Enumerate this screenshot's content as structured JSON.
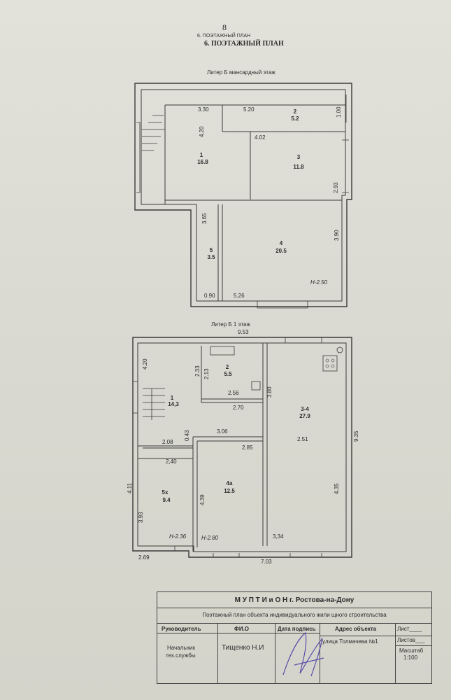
{
  "page": {
    "number": "8",
    "section_small": "6. ПОЭТАЖНЫЙ ПЛАН",
    "section_title": "6.   ПОЭТАЖНЫЙ ПЛАН"
  },
  "floor_attic": {
    "caption": "Литер Б мансардный этаж",
    "rooms": [
      {
        "num": "1",
        "area": "16.8"
      },
      {
        "num": "2",
        "area": "5.2"
      },
      {
        "num": "3",
        "area": "11.8"
      },
      {
        "num": "4",
        "area": "20.5"
      },
      {
        "num": "5",
        "area": "3.5"
      }
    ],
    "dims": [
      "3.30",
      "5.20",
      "1.00",
      "4.20",
      "4.02",
      "2.93",
      "3.65",
      "3.90",
      "0.90",
      "5.26"
    ],
    "height": "H-2.50"
  },
  "floor_1": {
    "caption": "Литер Б 1 этаж",
    "rooms": [
      {
        "num": "1",
        "area": "14,3"
      },
      {
        "num": "2",
        "area": "5.5"
      },
      {
        "num": "3-4",
        "area": "27.9"
      },
      {
        "num": "4а",
        "area": "12.5"
      },
      {
        "num": "5х",
        "area": "9.4"
      }
    ],
    "dims": [
      "9.53",
      "4.20",
      "2.33",
      "2.13",
      "2.56",
      "2.70",
      "3.80",
      "9.35",
      "3.06",
      "0.43",
      "2.08",
      "2.85",
      "2.51",
      "2,40",
      "4.11",
      "3.93",
      "4.39",
      "4.35",
      "3,34",
      "2.69",
      "7.03"
    ],
    "heights": [
      "H-2.36",
      "H-2.80"
    ]
  },
  "stamp": {
    "org": "М У П Т И и О Н  г. Ростова-на-Дону",
    "subject": "Поэтажный  план объекта индивидуального жили щного строительства",
    "headers": {
      "head": "Руководитель",
      "fio": "ФИ.О",
      "sign_date": "Дата подпись",
      "address": "Адрес объекта",
      "sheet": "Лист____",
      "sheets": "Листов___",
      "scale": "Масштаб"
    },
    "role_line1": "Начальник",
    "role_line2": "тех.службы",
    "name": "Тищенко Н.И",
    "address_value": "улица Толмачева №1",
    "scale_value": "1:100"
  },
  "colors": {
    "paper": "#dcdcd4",
    "ink": "#2c2c2c",
    "signature": "#5b4fa8"
  }
}
